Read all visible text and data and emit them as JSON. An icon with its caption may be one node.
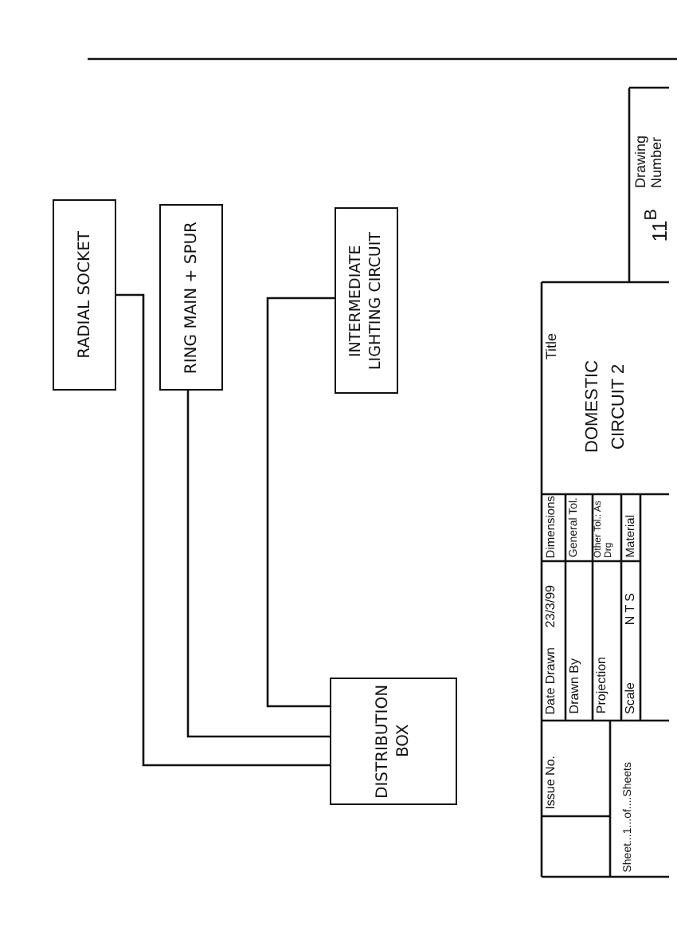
{
  "diagram": {
    "title": "DOMESTIC CIRCUIT 2",
    "nodes": [
      {
        "text": [
          "RADIAL SOCKET"
        ]
      },
      {
        "text": [
          "RING MAIN + SPUR"
        ]
      },
      {
        "text": [
          "INTERMEDIATE LIGHTING CIRCUIT"
        ]
      },
      {
        "text": [
          "DISTRIBUTION BOX"
        ]
      }
    ],
    "edges": [
      {
        "from": 0,
        "to": 3,
        "arrow": "none"
      },
      {
        "from": 1,
        "to": 3,
        "arrow": "none"
      },
      {
        "from": 2,
        "to": 3,
        "arrow": "none"
      }
    ],
    "labels": [
      "Drawing Number",
      "11$^{B}$",
      "Title",
      "Date Drawn",
      "23/3/99",
      "Dimensions",
      "Drawn By",
      "General Tol.",
      "Projection",
      "Other Tol.: As Drg",
      "Scale",
      "N T S",
      "Material",
      "Issue No.",
      "Sheet...1...of....Sheets"
    ]
  }
}
